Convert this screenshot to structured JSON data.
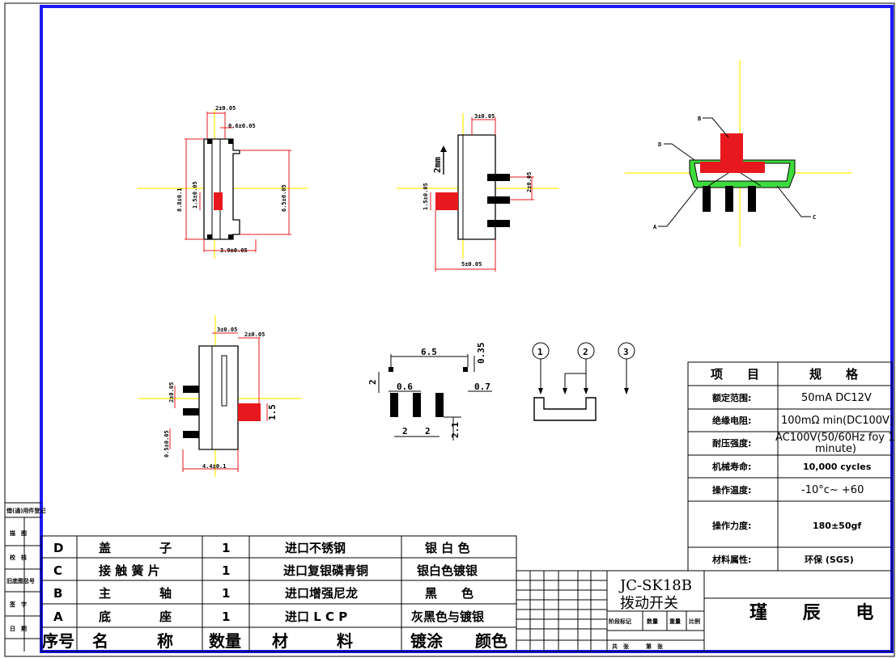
{
  "colors": {
    "frame": "#1a1aff",
    "highlight": "#e8191e",
    "green": "#3ddc3d",
    "center_line": "#ffee00"
  },
  "dims": {
    "top_w": "2±0.05",
    "pin_w": "0.6±0.05",
    "height": "8.8±0.1",
    "height2": "1.5±0.05",
    "side_h": "6.5±0.05",
    "base_w": "3.9±0.05",
    "mid_top": "3±0.05",
    "scale": "2mm",
    "pitch": "2±0.05",
    "knob_h": "1.5±0.05",
    "mid_base": "5±0.05",
    "lb_top": "3±0.05",
    "lb_top2": "2±0.05",
    "lb_pitch": "2±0.05",
    "lb_pin": "0.5±0.05",
    "lb_base": "4.4±0.1",
    "lb_knob": "1.5",
    "pcb_span": "6.5",
    "pcb_pad_w": "0.35",
    "pcb_pad_h": "2",
    "pcb_pin": "0.6",
    "pcb_offset": "0.7",
    "pcb_p1": "2",
    "pcb_p2": "2",
    "pcb_len": "2.1"
  },
  "labels": {
    "a": "A",
    "b": "B",
    "c": "C",
    "d": "D"
  },
  "circuit": {
    "p1": "1",
    "p2": "2",
    "p3": "3"
  },
  "spec_table": {
    "header": {
      "item": "项　　目",
      "spec": "规　　格"
    },
    "rows": [
      {
        "item": "额定范围:",
        "value": "50mA DC12V"
      },
      {
        "item": "绝缘电阻:",
        "value": "100mΩ min(DC100V)"
      },
      {
        "item": "耐压强度:",
        "value": "AC100V(50/60Hz foy 1",
        "value2": "minute)"
      },
      {
        "item": "机械寿命:",
        "value": "10,000 cycles"
      },
      {
        "item": "操作温度:",
        "value": "-10°c~ +60"
      },
      {
        "item": "操作力度:",
        "value": "180±50gf"
      },
      {
        "item": "材料属性:",
        "value": "环保 (SGS)"
      }
    ]
  },
  "bom": {
    "rows": [
      {
        "code": "D",
        "name": "盖　　　　子",
        "qty": "1",
        "material": "进口不锈钢",
        "finish": "银 白 色"
      },
      {
        "code": "C",
        "name": "接 触 簧 片",
        "qty": "1",
        "material": "进口复银磷青铜",
        "finish": "银白色镀银"
      },
      {
        "code": "B",
        "name": "主　　　　轴",
        "qty": "1",
        "material": "进口增强尼龙",
        "finish": "黑　　色"
      },
      {
        "code": "A",
        "name": "底　　　　座",
        "qty": "1",
        "material": "进口 L C P",
        "finish": "灰黑色与镀银"
      }
    ],
    "header": {
      "code": "序号",
      "name": "名　　　称",
      "qty": "数量",
      "material": "材　　　料",
      "finish": "镀涂　　颜色"
    }
  },
  "title_block": {
    "part_no": "JC-SK18B",
    "part_name": "拨动开关",
    "company": "瑾 辰 电 子",
    "cols": [
      "阶段标记",
      "数量",
      "重量",
      "比例"
    ],
    "pages": "共　张　　　第　张"
  },
  "side_labels": [
    "借(通)用件登记",
    "描　图",
    "校　核",
    "旧底图总号",
    "签　字",
    "日　期"
  ]
}
